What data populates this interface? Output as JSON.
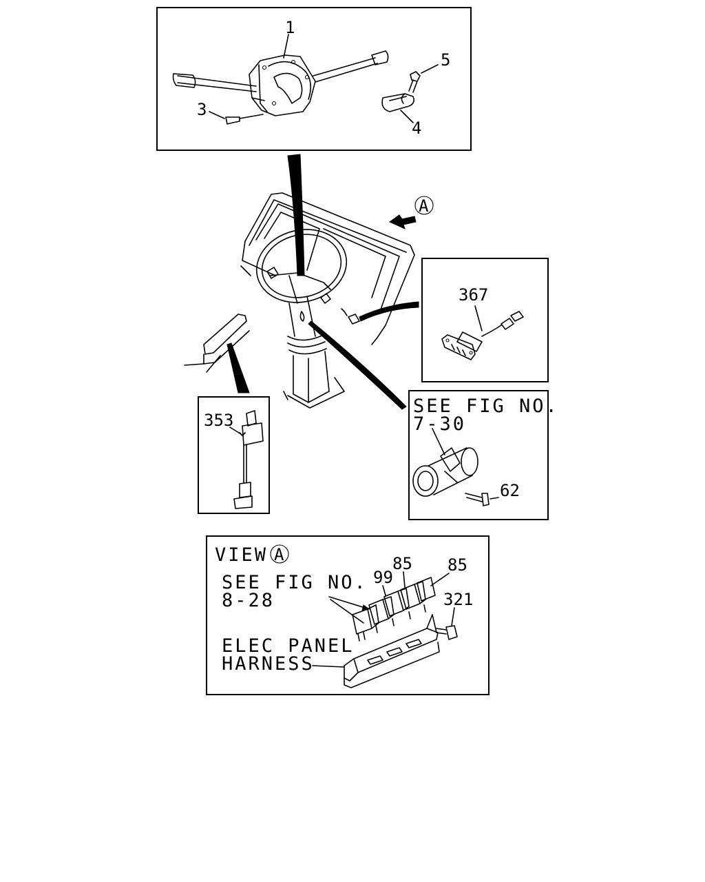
{
  "callouts": {
    "p1": "1",
    "p3": "3",
    "p4": "4",
    "p5": "5",
    "p367": "367",
    "p353": "353",
    "p62": "62",
    "p99": "99",
    "p85a": "85",
    "p85b": "85",
    "p321": "321"
  },
  "view_marker": "A",
  "ignition_panel": {
    "line1": "SEE FIG NO.",
    "line2": "7-30"
  },
  "view_panel": {
    "title": "VIEW",
    "see_line1": "SEE FIG NO.",
    "see_line2": "8-28",
    "harness_line1": "ELEC PANEL",
    "harness_line2": "HARNESS"
  }
}
